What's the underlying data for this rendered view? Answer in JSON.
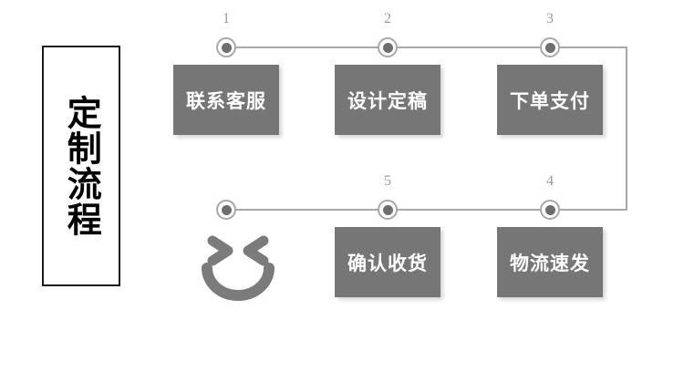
{
  "diagram": {
    "title_plate": {
      "text": "定制流程"
    },
    "steps": [
      {
        "number": "1",
        "label": "联系客服"
      },
      {
        "number": "2",
        "label": "设计定稿"
      },
      {
        "number": "3",
        "label": "下单支付"
      },
      {
        "number": "4",
        "label": "物流速发"
      },
      {
        "number": "5",
        "label": "确认收货"
      }
    ],
    "end_node": {
      "label": ""
    },
    "decoration": {
      "smiley_icon": "smiley-face-icon"
    },
    "colors": {
      "card_fill": "#767676",
      "card_text": "#ffffff",
      "node_ring": "#a8a8a8",
      "node_dot": "#6e6e6e",
      "connector_line": "#a8a8a8",
      "number_text": "#9a9a9a",
      "title_border": "#1b1b1b",
      "title_text": "#000000",
      "smiley_fill": "#7b7b7b",
      "background": "#ffffff"
    }
  }
}
